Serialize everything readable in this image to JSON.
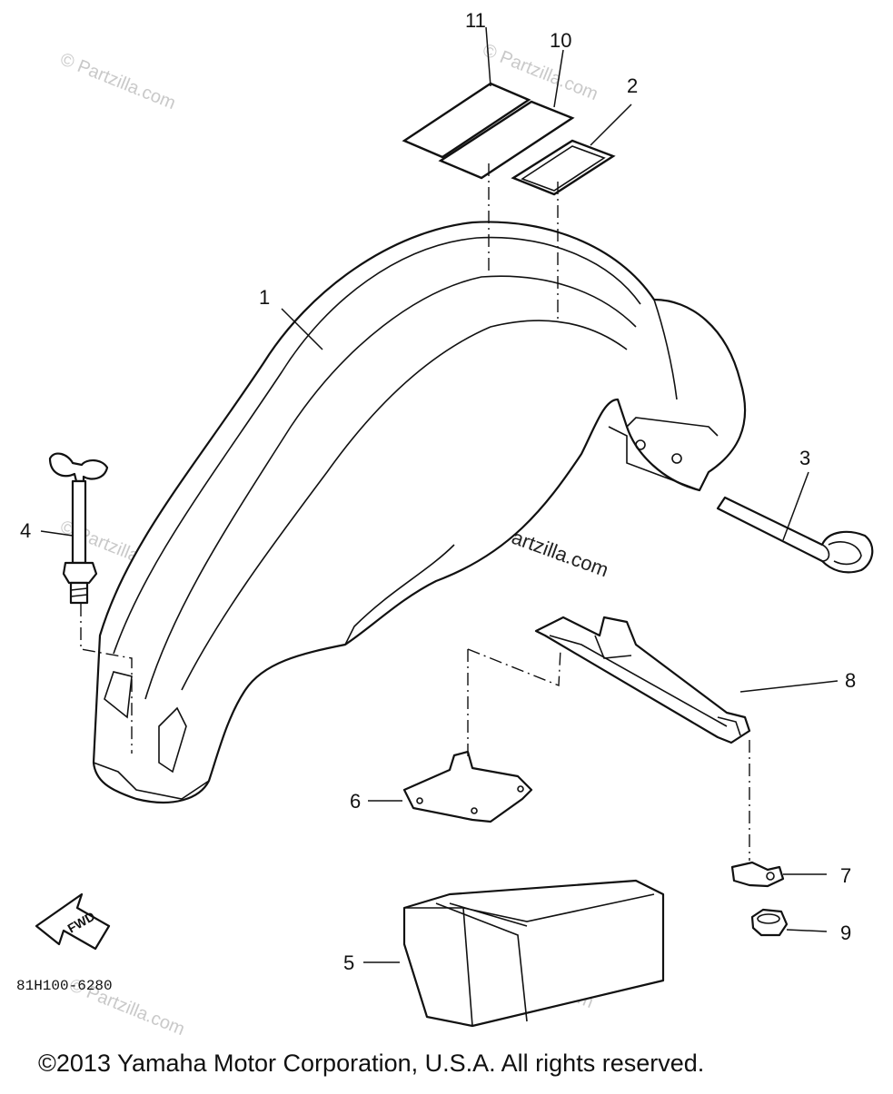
{
  "callouts": {
    "c1": "1",
    "c2": "2",
    "c3": "3",
    "c4": "4",
    "c5": "5",
    "c6": "6",
    "c7": "7",
    "c8": "8",
    "c9": "9",
    "c10": "10",
    "c11": "11"
  },
  "watermark": {
    "main": "© Partzilla.com",
    "faint": "© Partzilla.com"
  },
  "diagram_code": "81H100-6280",
  "copyright": "©2013  Yamaha Motor Corporation, U.S.A. All rights reserved.",
  "fwd_label": "FWD"
}
